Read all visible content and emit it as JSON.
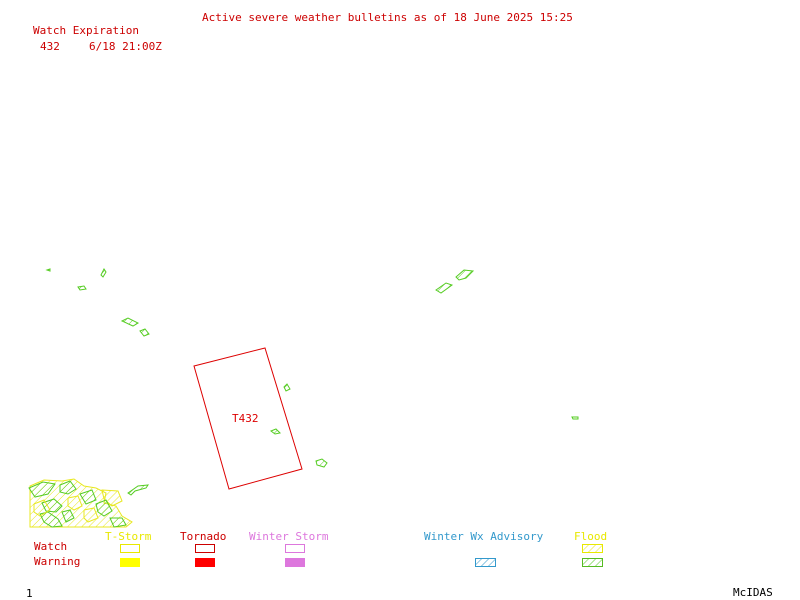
{
  "header": {
    "title": "Active severe weather bulletins as of 18 June 2025 15:25",
    "watch_expiration_heading": "Watch Expiration",
    "watch_entries": [
      {
        "number": "432",
        "expiration": "6/18 21:00Z"
      }
    ]
  },
  "map": {
    "watch_box_label": "T432",
    "watch_box_color": "#dd0000",
    "flood_warning_color": "#55cc22",
    "flood_watch_color": "#e8e820"
  },
  "legend": {
    "row_labels": {
      "watch": "Watch",
      "warning": "Warning"
    },
    "categories": [
      {
        "key": "tstorm",
        "label": "T-Storm",
        "color": "#e8e800"
      },
      {
        "key": "tornado",
        "label": "Tornado",
        "color": "#cc0000"
      },
      {
        "key": "winter_storm",
        "label": "Winter Storm",
        "color": "#dd77dd"
      },
      {
        "key": "winter_wx",
        "label": "Winter Wx Advisory",
        "color": "#3399cc"
      },
      {
        "key": "flood",
        "label": "Flood",
        "color": "#e8e800"
      }
    ],
    "swatch_colors": {
      "tstorm_warning": "#ffff00",
      "tornado_warning": "#ff0000",
      "winter_storm_warning": "#dd77dd",
      "winter_wx_warning": "#3399cc",
      "flood_watch": "#e8e800",
      "flood_warning": "#55bb22"
    }
  },
  "footer": {
    "frame_number": "1",
    "software": "McIDAS"
  }
}
